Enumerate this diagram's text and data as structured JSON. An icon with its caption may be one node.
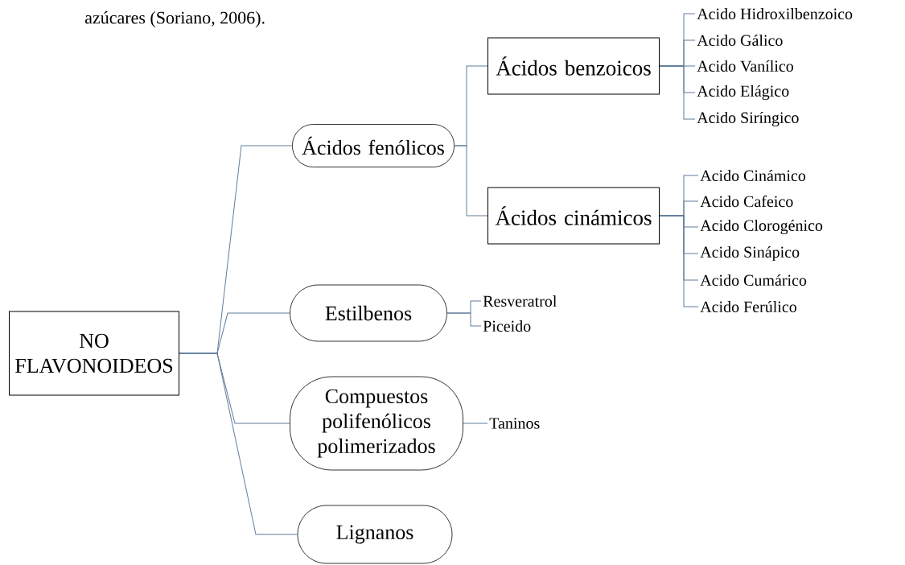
{
  "diagram": {
    "nodes": [
      {
        "text": [
          "NO FLAVONOIDEOS"
        ]
      },
      {
        "text": [
          "Ácidos fenólicos"
        ]
      },
      {
        "text": [
          "Ácidos benzoicos"
        ]
      },
      {
        "text": [
          "Acido Hidroxilbenzoico"
        ]
      },
      {
        "text": [
          "Acido Gálico"
        ]
      },
      {
        "text": [
          "Acido Vanílico"
        ]
      },
      {
        "text": [
          "Acido Elágico"
        ]
      },
      {
        "text": [
          "Acido Siríngico"
        ]
      },
      {
        "text": [
          "Ácidos cinámicos"
        ]
      },
      {
        "text": [
          "Acido Cinámico"
        ]
      },
      {
        "text": [
          "Acido Cafeico"
        ]
      },
      {
        "text": [
          "Acido Clorogénico"
        ]
      },
      {
        "text": [
          "Acido Sinápico"
        ]
      },
      {
        "text": [
          "Acido Cumárico"
        ]
      },
      {
        "text": [
          "Acido Ferúlico"
        ]
      },
      {
        "text": [
          "Estilbenos"
        ]
      },
      {
        "text": [
          "Resveratrol"
        ]
      },
      {
        "text": [
          "Piceido"
        ]
      },
      {
        "text": [
          "Compuestos polifenólicos polimerizados"
        ]
      },
      {
        "text": [
          "Taninos"
        ]
      },
      {
        "text": [
          "Lignanos"
        ]
      }
    ],
    "edges": [
      {
        "from": 0,
        "to": 1,
        "arrow": "none"
      },
      {
        "from": 0,
        "to": 15,
        "arrow": "none"
      },
      {
        "from": 0,
        "to": 18,
        "arrow": "none"
      },
      {
        "from": 0,
        "to": 20,
        "arrow": "none"
      },
      {
        "from": 1,
        "to": 2,
        "arrow": "none"
      },
      {
        "from": 1,
        "to": 8,
        "arrow": "none"
      },
      {
        "from": 2,
        "to": 3,
        "arrow": "none"
      },
      {
        "from": 2,
        "to": 4,
        "arrow": "none"
      },
      {
        "from": 2,
        "to": 5,
        "arrow": "none"
      },
      {
        "from": 2,
        "to": 6,
        "arrow": "none"
      },
      {
        "from": 2,
        "to": 7,
        "arrow": "none"
      },
      {
        "from": 8,
        "to": 9,
        "arrow": "none"
      },
      {
        "from": 8,
        "to": 10,
        "arrow": "none"
      },
      {
        "from": 8,
        "to": 11,
        "arrow": "none"
      },
      {
        "from": 8,
        "to": 12,
        "arrow": "none"
      },
      {
        "from": 8,
        "to": 13,
        "arrow": "none"
      },
      {
        "from": 8,
        "to": 14,
        "arrow": "none"
      },
      {
        "from": 15,
        "to": 16,
        "arrow": "none"
      },
      {
        "from": 15,
        "to": 17,
        "arrow": "none"
      },
      {
        "from": 18,
        "to": 19,
        "arrow": "none"
      }
    ],
    "labels": [
      "azúcares (Soriano, 2006)."
    ]
  }
}
